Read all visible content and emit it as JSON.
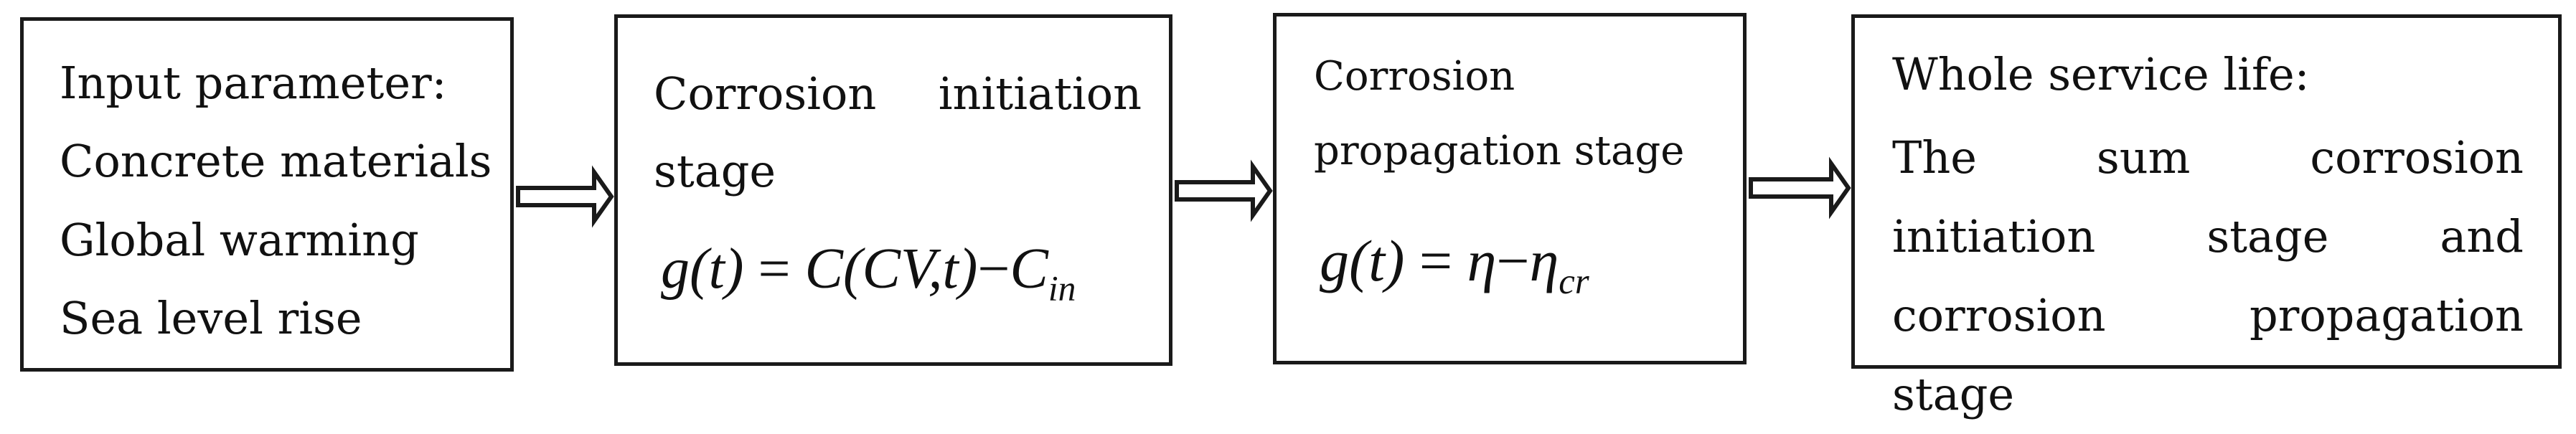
{
  "boxes": [
    {
      "lines": [
        "Input parameter:",
        "Concrete materials",
        "Global warming",
        "Sea level rise"
      ]
    },
    {
      "heading": "Corrosion initiation stage",
      "formula": {
        "lhs": "g(t)",
        "equals": "=",
        "term1": "C(CV,t)",
        "minus": "−",
        "term2_base": "C",
        "term2_sub": "in"
      }
    },
    {
      "lines": [
        "Corrosion",
        "propagation stage"
      ],
      "formula": {
        "lhs": "g(t)",
        "equals": "=",
        "term1": "η",
        "minus": "−",
        "term2_base": "η",
        "term2_sub": "cr"
      }
    },
    {
      "heading": "Whole service life:",
      "body": "The sum corrosion initiation stage and corrosion propagation stage"
    }
  ],
  "colors": {
    "stroke": "#1a1a1a",
    "text": "#111111",
    "background": "#ffffff"
  },
  "arrow_icon": "hollow-right-arrow-icon"
}
